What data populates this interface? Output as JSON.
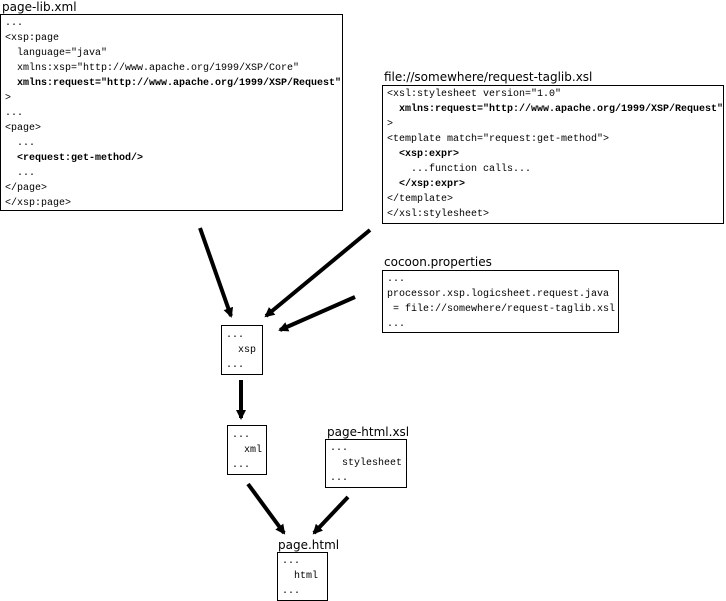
{
  "page_lib": {
    "title": "page-lib.xml",
    "lines": [
      "...",
      "<xsp:page",
      "  language=\"java\"",
      "  xmlns:xsp=\"http://www.apache.org/1999/XSP/Core\"",
      "  xmlns:request=\"http://www.apache.org/1999/XSP/Request\"",
      ">",
      "...",
      "<page>",
      "  ...",
      "  <request:get-method/>",
      "  ...",
      "</page>",
      "</xsp:page>"
    ]
  },
  "taglib": {
    "title": "file://somewhere/request-taglib.xsl",
    "lines": [
      "<xsl:stylesheet version=\"1.0\"",
      "  xmlns:request=\"http://www.apache.org/1999/XSP/Request\"",
      ">",
      "<template match=\"request:get-method\">",
      "  <xsp:expr>",
      "    ...function calls...",
      "  </xsp:expr>",
      "</template>",
      "</xsl:stylesheet>"
    ]
  },
  "cocoon": {
    "title": "cocoon.properties",
    "lines": [
      "...",
      "processor.xsp.logicsheet.request.java",
      " = file://somewhere/request-taglib.xsl",
      "..."
    ]
  },
  "xsp_box": {
    "lines": [
      "...",
      "  xsp",
      "..."
    ]
  },
  "xml_box": {
    "lines": [
      "...",
      "  xml",
      "..."
    ]
  },
  "page_html_xsl": {
    "title": "page-html.xsl",
    "lines": [
      "...",
      "  stylesheet",
      "..."
    ]
  },
  "page_html": {
    "title": "page.html",
    "lines": [
      "...",
      "  html",
      "..."
    ]
  }
}
